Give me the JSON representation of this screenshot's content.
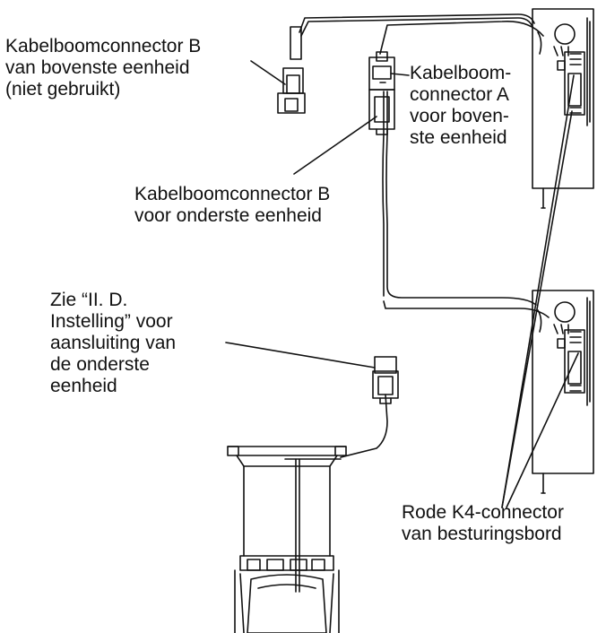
{
  "labels": {
    "connector_b_upper": [
      "Kabelboomconnector B",
      "van bovenste eenheid",
      "(niet gebruikt)"
    ],
    "connector_a_upper": [
      "Kabelboom-",
      "connector A",
      "voor boven-",
      "ste eenheid"
    ],
    "connector_b_lower": [
      "Kabelboomconnector B",
      "voor onderste eenheid"
    ],
    "see_setting": [
      "Zie “II. D.",
      "Instelling” voor",
      "aansluiting van",
      "de onderste",
      "eenheid"
    ],
    "red_k4": [
      "Rode K4-connector",
      "van besturingsbord"
    ]
  },
  "colors": {
    "line": "#111111",
    "background": "#ffffff"
  }
}
